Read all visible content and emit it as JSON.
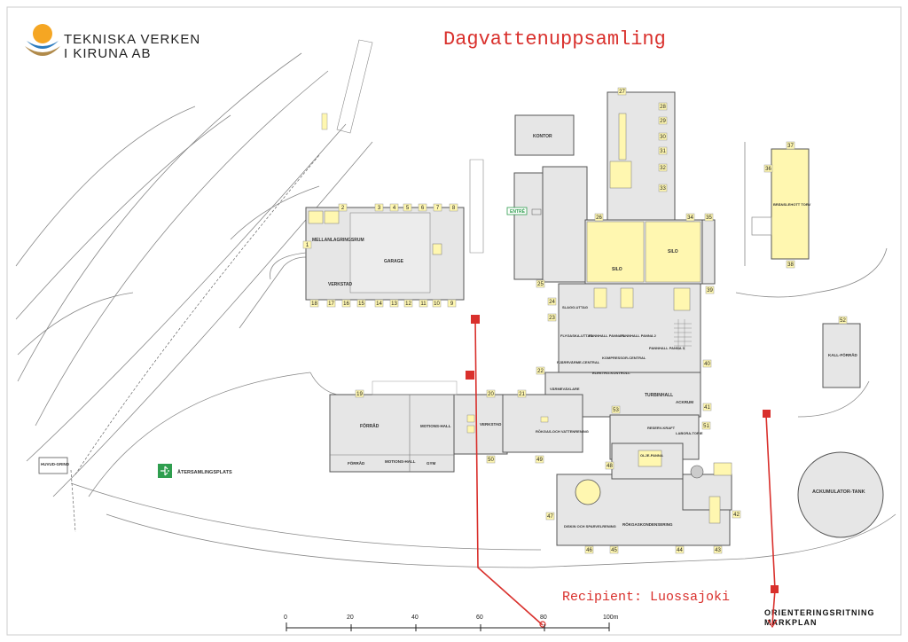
{
  "company": {
    "line1": "TEKNISKA VERKEN",
    "line2": "I KIRUNA AB"
  },
  "title": "Dagvattenuppsamling",
  "recipient": "Recipient: Luossajoki",
  "plan_label": {
    "line1": "ORIENTERINGSRITNING",
    "line2": "MARKPLAN"
  },
  "scale": {
    "ticks": [
      "0",
      "20",
      "40",
      "60",
      "80",
      "100m"
    ]
  },
  "labels": {
    "mellanlagringsrum": "MELLANLAGRINGSRUM",
    "garage": "GARAGE",
    "verkstad": "VERKSTAD",
    "kontor": "KONTOR",
    "entre": "ENTRÉ",
    "silo": "SILO",
    "bransleskott": "BRÄNSLEHOTT TORV",
    "kall_forrad": "KALL-FÖRRÅD",
    "forrad": "FÖRRÅD",
    "motionshall": "MOTIONS-HALL",
    "gym": "GYM",
    "verkstad2": "VERKSTAD",
    "turbinhall": "TURBINHALL",
    "ackrum": "ACKRUM",
    "rokgaskondensering": "RÖKGASKONDENSERING",
    "ackumulatortank": "ACKUMULATOR-TANK",
    "huvudgrind": "HUVUD-GRIND",
    "atersamlingsplats": "ÅTERSAMLINGSPLATS",
    "panncentral": "FJÄRRVÄRME-CENTRAL",
    "kompressor": "KOMPRESSOR-CENTRAL",
    "pannhall1": "PANNHALL PANNA 1",
    "pannhall2": "PANNHALL PANNA 2",
    "pannhall3": "PANNHALL PANNA 3",
    "flygaska": "FLYGASKA-UTTAG",
    "slaggutttag": "SLAGG-UTTAG",
    "reservkraft": "RESERV-KRAFT",
    "laboratorie": "LABORA-TORIE",
    "olje_panna": "OLJE-PANNA",
    "rokgasrening": "RÖKGAS-OCH VATTENRENING",
    "diskin": "DISKIN OCH SPARVELRENING",
    "kraftvarme": "ELEKTRO-KONTROLL",
    "varmvatten": "VÄRMEVÄXLARE"
  },
  "numbers": {
    "n1": "1",
    "n2": "2",
    "n3": "3",
    "n4": "4",
    "n5": "5",
    "n6": "6",
    "n7": "7",
    "n8": "8",
    "n9": "9",
    "n10": "10",
    "n11": "11",
    "n12": "12",
    "n13": "13",
    "n14": "14",
    "n15": "15",
    "n16": "16",
    "n17": "17",
    "n18": "18",
    "n19": "19",
    "n20": "20",
    "n21": "21",
    "n22": "22",
    "n23": "23",
    "n24": "24",
    "n25": "25",
    "n26": "26",
    "n27": "27",
    "n28": "28",
    "n29": "29",
    "n30": "30",
    "n31": "31",
    "n32": "32",
    "n33": "33",
    "n34": "34",
    "n35": "35",
    "n36": "36",
    "n37": "37",
    "n38": "38",
    "n39": "39",
    "n40": "40",
    "n41": "41",
    "n42": "42",
    "n43": "43",
    "n44": "44",
    "n45": "45",
    "n46": "46",
    "n47": "47",
    "n48": "48",
    "n49": "49",
    "n50": "50",
    "n51": "51",
    "n52": "52",
    "n53": "53"
  },
  "colors": {
    "accent": "#d9302c",
    "yellow": "#fff7b0",
    "building": "#e6e6e6",
    "logo_orange": "#f5a623",
    "logo_blue": "#2b7bbf",
    "logo_brown": "#b08a4a"
  }
}
